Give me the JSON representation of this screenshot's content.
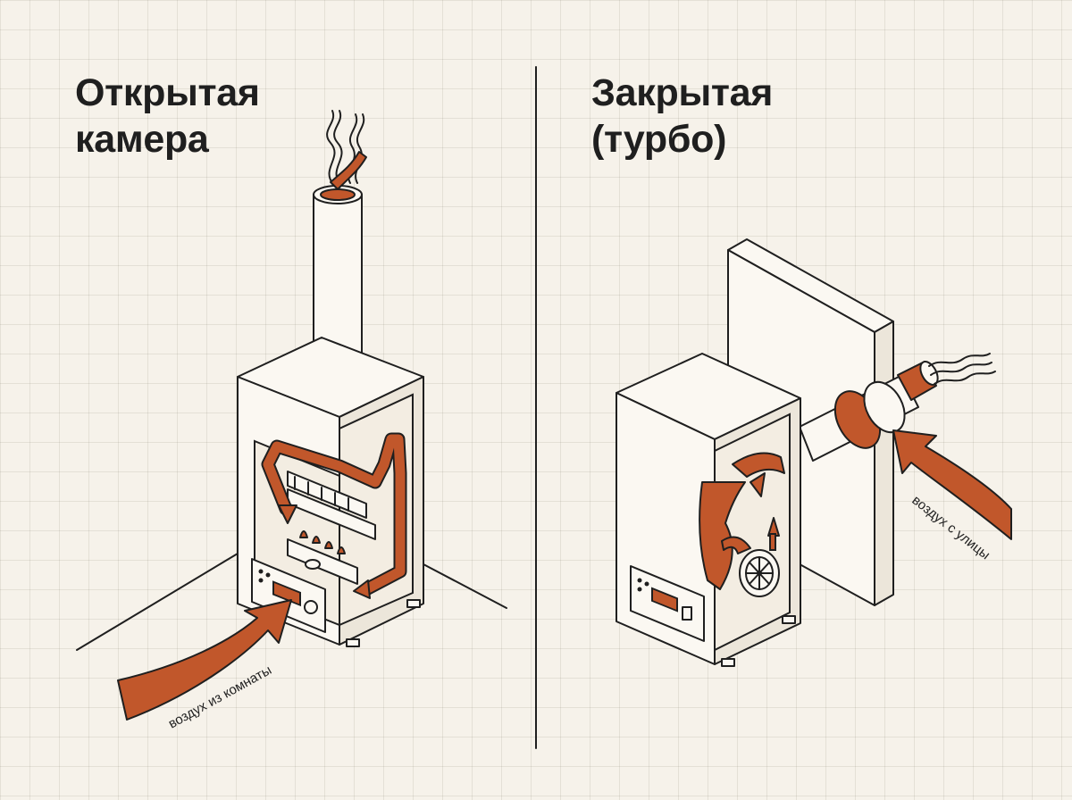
{
  "panels": {
    "left": {
      "title_line1": "Открытая",
      "title_line2": "камера",
      "air_label": "воздух из комнаты"
    },
    "right": {
      "title_line1": "Закрытая",
      "title_line2": "(турбо)",
      "air_label": "воздух с улицы"
    }
  },
  "colors": {
    "accent": "#c1572b",
    "ink": "#1f1f1f",
    "background": "#f6f2ea"
  }
}
